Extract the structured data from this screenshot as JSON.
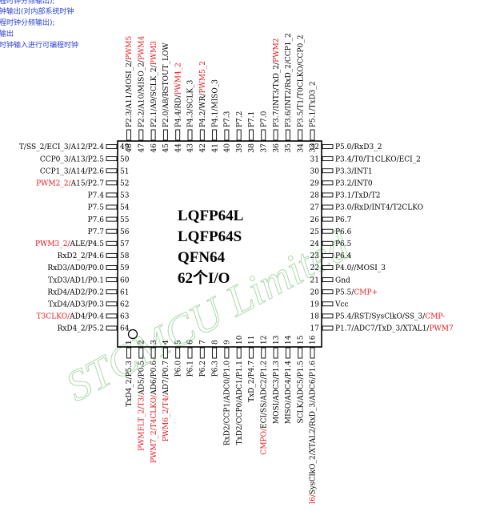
{
  "colors": {
    "normal": "#000000",
    "red": "#e8141b",
    "note_blue": "#2b3fd0",
    "watermark": "#9fd39f"
  },
  "notes": [
    "程时钟分频输出);",
    "钟输出(对内部系统时钟",
    "程时钟分频输出);",
    "输出",
    "时钟输入进行可编程时钟"
  ],
  "package": {
    "lines": [
      "LQFP64L",
      "LQFP64S",
      "QFN64",
      "62个I/O"
    ],
    "watermark": "STCMCU Limited"
  },
  "pins": {
    "left": [
      {
        "n": "49",
        "p": [
          {
            "t": "T/SS_2/ECI_3/A12/P2.4",
            "c": "normal"
          }
        ]
      },
      {
        "n": "50",
        "p": [
          {
            "t": "CCP0_3/A13/P2.5",
            "c": "normal"
          }
        ]
      },
      {
        "n": "51",
        "p": [
          {
            "t": "CCP1_3/A14/P2.6",
            "c": "normal"
          }
        ]
      },
      {
        "n": "52",
        "p": [
          {
            "t": "PWM2_2/",
            "c": "red"
          },
          {
            "t": "A15/P2.7",
            "c": "normal"
          }
        ]
      },
      {
        "n": "53",
        "p": [
          {
            "t": "P7.4",
            "c": "normal"
          }
        ]
      },
      {
        "n": "54",
        "p": [
          {
            "t": "P7.5",
            "c": "normal"
          }
        ]
      },
      {
        "n": "55",
        "p": [
          {
            "t": "P7.6",
            "c": "normal"
          }
        ]
      },
      {
        "n": "56",
        "p": [
          {
            "t": "P7.7",
            "c": "normal"
          }
        ]
      },
      {
        "n": "57",
        "p": [
          {
            "t": "PWM3_2/",
            "c": "red"
          },
          {
            "t": "ALE/P4.5",
            "c": "normal"
          }
        ]
      },
      {
        "n": "58",
        "p": [
          {
            "t": "RxD2_2/P4.6",
            "c": "normal"
          }
        ]
      },
      {
        "n": "59",
        "p": [
          {
            "t": "RxD3/AD0/P0.0",
            "c": "normal"
          }
        ]
      },
      {
        "n": "60",
        "p": [
          {
            "t": "TxD3/AD1/P0.1",
            "c": "normal"
          }
        ]
      },
      {
        "n": "61",
        "p": [
          {
            "t": "RxD4/AD2/P0.2",
            "c": "normal"
          }
        ]
      },
      {
        "n": "62",
        "p": [
          {
            "t": "TxD4/AD3/P0.3",
            "c": "normal"
          }
        ]
      },
      {
        "n": "63",
        "p": [
          {
            "t": "T3CLKO/",
            "c": "red"
          },
          {
            "t": "AD4/P0.4",
            "c": "normal"
          }
        ]
      },
      {
        "n": "64",
        "p": [
          {
            "t": "RxD4_2/P5.2",
            "c": "normal"
          }
        ]
      }
    ],
    "right": [
      {
        "n": "32",
        "p": [
          {
            "t": "P5.0/RxD3_2",
            "c": "normal"
          }
        ]
      },
      {
        "n": "31",
        "p": [
          {
            "t": "P3.4/T0/T1CLKO/ECI_2",
            "c": "normal"
          }
        ]
      },
      {
        "n": "30",
        "p": [
          {
            "t": "P3.3/INT1",
            "c": "normal"
          }
        ]
      },
      {
        "n": "29",
        "p": [
          {
            "t": "P3.2/INT0",
            "c": "normal"
          }
        ]
      },
      {
        "n": "28",
        "p": [
          {
            "t": "P3.1/TxD/T2",
            "c": "normal"
          }
        ]
      },
      {
        "n": "27",
        "p": [
          {
            "t": "P3.0/RxD/INT4/T2CLKO",
            "c": "normal"
          }
        ]
      },
      {
        "n": "26",
        "p": [
          {
            "t": "P6.7",
            "c": "normal"
          }
        ]
      },
      {
        "n": "25",
        "p": [
          {
            "t": "P6.6",
            "c": "normal"
          }
        ]
      },
      {
        "n": "24",
        "p": [
          {
            "t": "P6.5",
            "c": "normal"
          }
        ]
      },
      {
        "n": "23",
        "p": [
          {
            "t": "P6.4",
            "c": "normal"
          }
        ]
      },
      {
        "n": "22",
        "p": [
          {
            "t": "P4.0//MOSI_3",
            "c": "normal"
          }
        ]
      },
      {
        "n": "21",
        "p": [
          {
            "t": "Gnd",
            "c": "normal"
          }
        ]
      },
      {
        "n": "20",
        "p": [
          {
            "t": "P5.5/",
            "c": "normal"
          },
          {
            "t": "CMP+",
            "c": "red"
          }
        ]
      },
      {
        "n": "19",
        "p": [
          {
            "t": "Vcc",
            "c": "normal"
          }
        ]
      },
      {
        "n": "18",
        "p": [
          {
            "t": "P5.4/RST/SysClkO/SS_3/",
            "c": "normal"
          },
          {
            "t": "CMP-",
            "c": "red"
          }
        ]
      },
      {
        "n": "17",
        "p": [
          {
            "t": "P1.7/ADC7/TxD_3/XTAL1/",
            "c": "normal"
          },
          {
            "t": "PWM7",
            "c": "red"
          }
        ]
      }
    ],
    "top": [
      {
        "n": "48",
        "p": [
          {
            "t": "P2.3/A11/MOSI_2/",
            "c": "normal"
          },
          {
            "t": "PWM5",
            "c": "red"
          }
        ]
      },
      {
        "n": "47",
        "p": [
          {
            "t": "P2.2/A10/MISO_2/",
            "c": "normal"
          },
          {
            "t": "PWM4",
            "c": "red"
          }
        ]
      },
      {
        "n": "46",
        "p": [
          {
            "t": "P2.1/A9/SCLK_2/",
            "c": "normal"
          },
          {
            "t": "PWM3",
            "c": "red"
          }
        ]
      },
      {
        "n": "45",
        "p": [
          {
            "t": "P2.0/A8/RSTOUT_LOW",
            "c": "normal"
          }
        ]
      },
      {
        "n": "44",
        "p": [
          {
            "t": "P4.4/RD/",
            "c": "normal"
          },
          {
            "t": "PWM4_2",
            "c": "red"
          }
        ]
      },
      {
        "n": "43",
        "p": [
          {
            "t": "P4.3/SCLK_3",
            "c": "normal"
          }
        ]
      },
      {
        "n": "42",
        "p": [
          {
            "t": "P4.2/WR/",
            "c": "normal"
          },
          {
            "t": "PWM5_2",
            "c": "red"
          }
        ]
      },
      {
        "n": "41",
        "p": [
          {
            "t": "P4.1/MISO_3",
            "c": "normal"
          }
        ]
      },
      {
        "n": "40",
        "p": [
          {
            "t": "P7.3",
            "c": "normal"
          }
        ]
      },
      {
        "n": "39",
        "p": [
          {
            "t": "P7.2",
            "c": "normal"
          }
        ]
      },
      {
        "n": "38",
        "p": [
          {
            "t": "P7.1",
            "c": "normal"
          }
        ]
      },
      {
        "n": "37",
        "p": [
          {
            "t": "P7.0",
            "c": "normal"
          }
        ]
      },
      {
        "n": "36",
        "p": [
          {
            "t": "P3.7/INT3/TxD_2/",
            "c": "normal"
          },
          {
            "t": "PWM2",
            "c": "red"
          }
        ]
      },
      {
        "n": "35",
        "p": [
          {
            "t": "P3.6/INT2/RxD_2/CCP1_2",
            "c": "normal"
          }
        ]
      },
      {
        "n": "34",
        "p": [
          {
            "t": "P3.5/T1/T0CLKO/CCP0_2",
            "c": "normal"
          }
        ]
      },
      {
        "n": "33",
        "p": [
          {
            "t": "P5.1/TxD3_2",
            "c": "normal"
          }
        ]
      }
    ],
    "bottom": [
      {
        "n": "1",
        "p": [
          {
            "t": "TxD4_2/P5.3",
            "c": "normal"
          }
        ]
      },
      {
        "n": "2",
        "p": [
          {
            "t": "PWMFLT_2/T3/",
            "c": "red"
          },
          {
            "t": "AD5/P0.5",
            "c": "normal"
          }
        ]
      },
      {
        "n": "3",
        "p": [
          {
            "t": "PWM7_2/T4CLKO/",
            "c": "red"
          },
          {
            "t": "AD6/P0.6",
            "c": "normal"
          }
        ]
      },
      {
        "n": "4",
        "p": [
          {
            "t": "PWM6_2/T4/",
            "c": "red"
          },
          {
            "t": "AD7/P0.7",
            "c": "normal"
          }
        ]
      },
      {
        "n": "5",
        "p": [
          {
            "t": "P6.0",
            "c": "normal"
          }
        ]
      },
      {
        "n": "6",
        "p": [
          {
            "t": "P6.1",
            "c": "normal"
          }
        ]
      },
      {
        "n": "7",
        "p": [
          {
            "t": "P6.2",
            "c": "normal"
          }
        ]
      },
      {
        "n": "8",
        "p": [
          {
            "t": "P6.3",
            "c": "normal"
          }
        ]
      },
      {
        "n": "9",
        "p": [
          {
            "t": "RxD2/CCP1/ADC0/P1.0",
            "c": "normal"
          }
        ]
      },
      {
        "n": "10",
        "p": [
          {
            "t": "TxD2/CCP0/ADC1/P1.1",
            "c": "normal"
          }
        ]
      },
      {
        "n": "11",
        "p": [
          {
            "t": "TxD_2/P4.7",
            "c": "normal"
          }
        ]
      },
      {
        "n": "12",
        "p": [
          {
            "t": "CMPO/",
            "c": "red"
          },
          {
            "t": "ECI/SS/ADC2/P1.2",
            "c": "normal"
          }
        ]
      },
      {
        "n": "13",
        "p": [
          {
            "t": "MOSI/ADC3/P1.3",
            "c": "normal"
          }
        ]
      },
      {
        "n": "14",
        "p": [
          {
            "t": "MISO/ADC4/P1.4",
            "c": "normal"
          }
        ]
      },
      {
        "n": "15",
        "p": [
          {
            "t": "SCLK/ADC5/P1.5",
            "c": "normal"
          }
        ]
      },
      {
        "n": "16",
        "p": [
          {
            "t": "I6/",
            "c": "red"
          },
          {
            "t": "SysClkO_2/XTAL2/RxD_3/ADC6/P1.6",
            "c": "normal"
          }
        ]
      }
    ]
  }
}
